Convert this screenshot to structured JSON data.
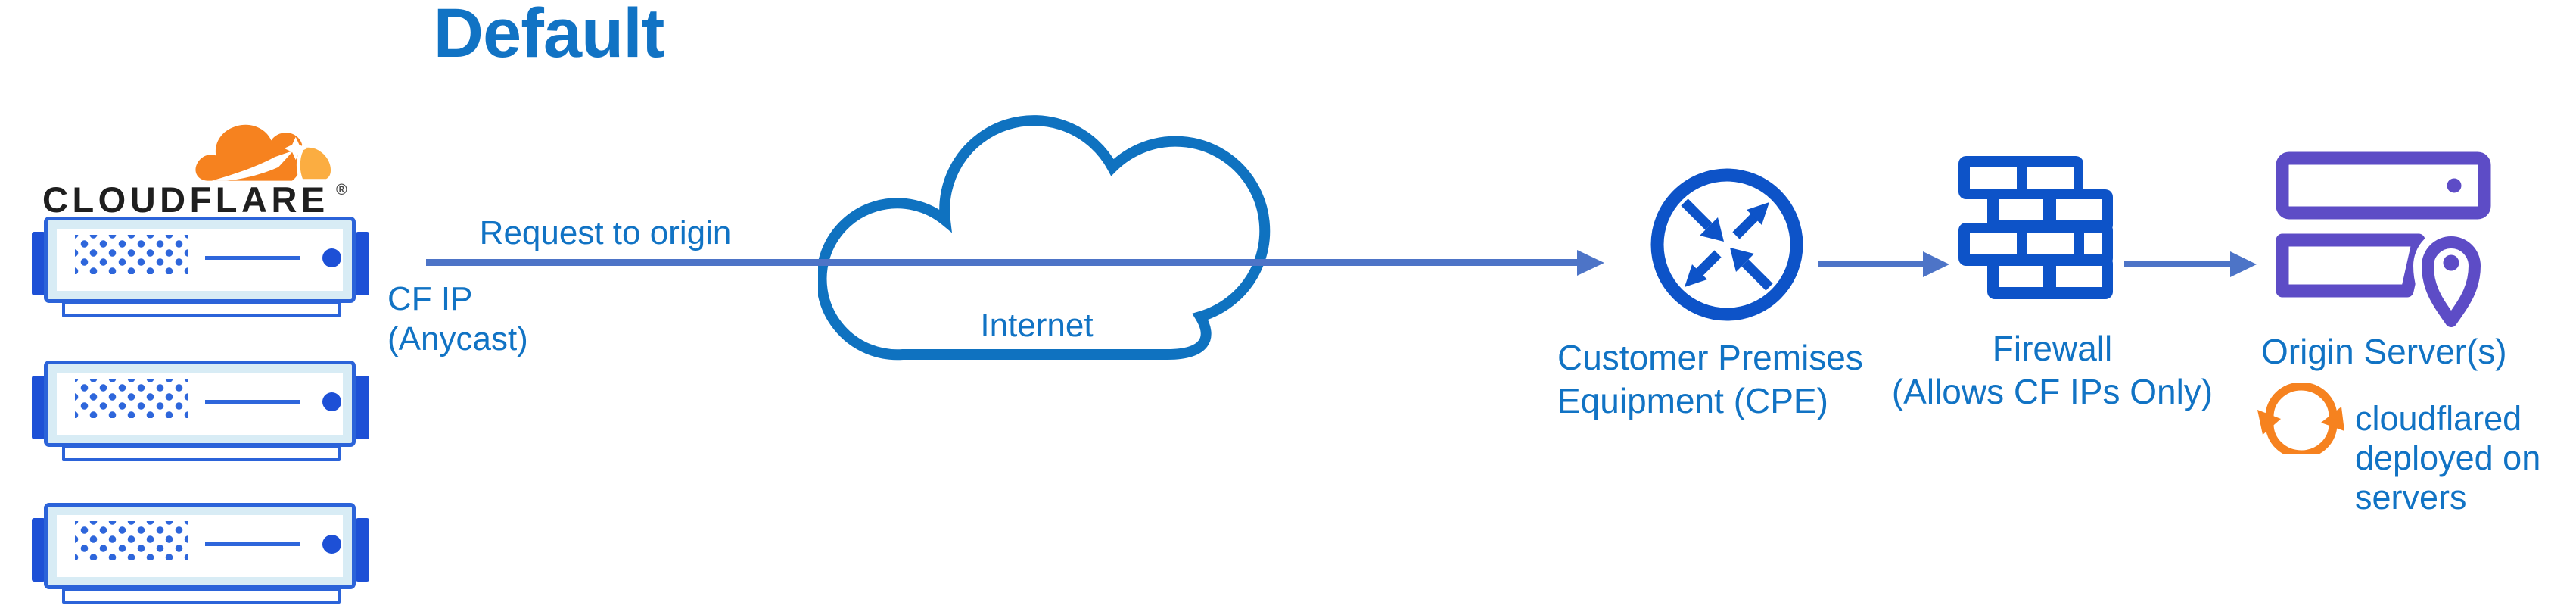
{
  "title": "Default",
  "logo": {
    "wordmark": "CLOUDFLARE",
    "registered": "®"
  },
  "edge": {
    "request_label": "Request to origin",
    "ip_label_line1": "CF IP",
    "ip_label_line2": "(Anycast)"
  },
  "internet": {
    "label": "Internet"
  },
  "cpe": {
    "label_line1": "Customer Premises",
    "label_line2": "Equipment (CPE)"
  },
  "firewall": {
    "label_line1": "Firewall",
    "label_line2": "(Allows CF IPs Only)"
  },
  "origin": {
    "label": "Origin Server(s)",
    "note_line1": "cloudflared",
    "note_line2": "deployed on",
    "note_line3": "servers"
  },
  "icons": {
    "cloudflare_logo": "cloudflare-cloud-logo",
    "server_stack": "cloudflare-edge-server-rack",
    "internet_cloud": "internet-cloud-icon",
    "cpe": "router-arrows-icon",
    "firewall": "brick-wall-icon",
    "origin_servers": "purple-server-location-icon",
    "cloudflared": "orange-sync-arrows-icon"
  },
  "colors": {
    "label_blue": "#1173c4",
    "arrow_slate_blue": "#4d74c7",
    "cloud_stroke_blue": "#0f72c0",
    "icon_royal_blue": "#0d53c8",
    "server_blue": "#2b63d9",
    "server_dark_blue": "#1d50d6",
    "server_fill": "#d8ecf5",
    "origin_purple": "#5d4cc6",
    "cloudflare_orange": "#f6821f",
    "cloudflare_light_orange": "#fbad41",
    "wordmark_black": "#1f1f1f"
  }
}
